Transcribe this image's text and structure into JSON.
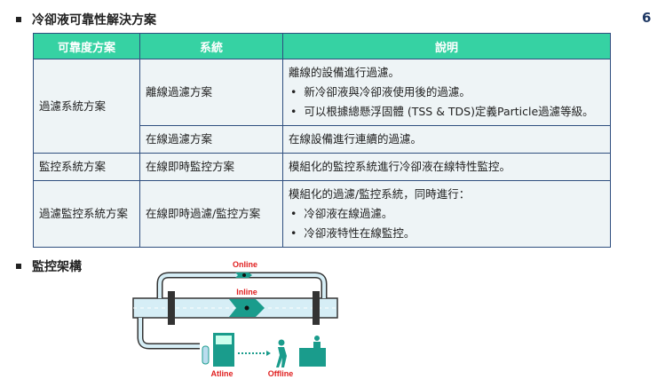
{
  "page_number": "6",
  "section1_title": "冷卻液可靠性解決方案",
  "table": {
    "headers": [
      "可靠度方案",
      "系統",
      "說明"
    ],
    "rows": [
      {
        "scheme": "過濾系統方案",
        "system": "離線過濾方案",
        "desc": "離線的設備進行過濾。",
        "bullets": [
          "新冷卻液與冷卻液使用後的過濾。",
          "可以根據總懸浮固體 (TSS & TDS)定義Particle過濾等級。"
        ]
      },
      {
        "system": "在線過濾方案",
        "desc": "在線設備進行連續的過濾。"
      },
      {
        "scheme": "監控系統方案",
        "system": "在線即時監控方案",
        "desc": "模組化的監控系統進行冷卻液在線特性監控。"
      },
      {
        "scheme": "過濾監控系統方案",
        "system": "在線即時過濾/監控方案",
        "desc": "模組化的過濾/監控系統，同時進行：",
        "bullets": [
          "冷卻液在線過濾。",
          "冷卻液特性在線監控。"
        ]
      }
    ]
  },
  "section2_title": "監控架構",
  "diagram": {
    "online": "Online",
    "inline": "Inline",
    "atline": "Atline",
    "offline": "Offline",
    "label_color": "#e02020",
    "teal": "#1a9c8c"
  }
}
